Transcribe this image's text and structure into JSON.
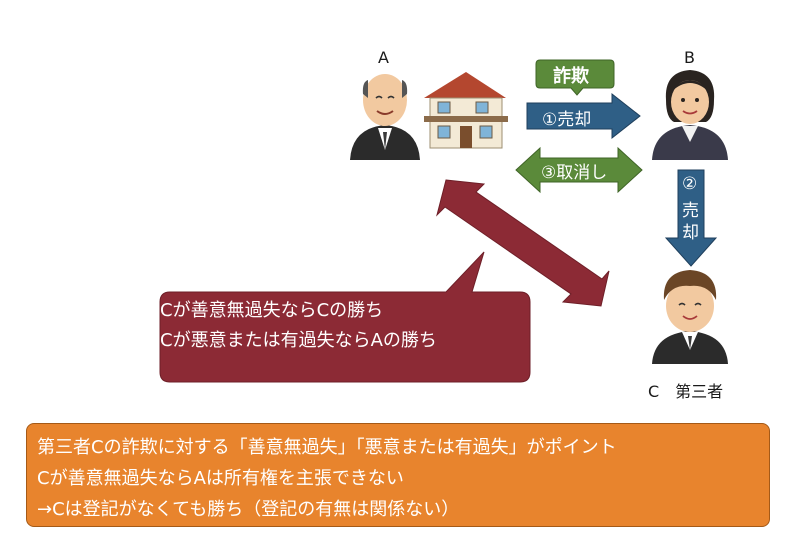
{
  "persons": {
    "a": {
      "label": "A"
    },
    "b": {
      "label": "B"
    },
    "c": {
      "label": "C　第三者"
    }
  },
  "labels": {
    "fraud": "詐欺",
    "sale1": "①売却",
    "cancel": "③取消し",
    "sale2_num": "②",
    "sale2_chars": [
      "売",
      "却"
    ]
  },
  "callout": {
    "line1": "Cが善意無過失ならCの勝ち",
    "line2": "Cが悪意または有過失ならAの勝ち"
  },
  "note": {
    "line1": "第三者Cの詐欺に対する「善意無過失」「悪意または有過失」がポイント",
    "line2": "Cが善意無過失ならAは所有権を主張できない",
    "line3": "→Cは登記がなくても勝ち（登記の有無は関係ない）"
  },
  "colors": {
    "blue_arrow": "#2f5f86",
    "green": "#5b8a3a",
    "maroon": "#8c2a35",
    "orange": "#e8842d"
  }
}
